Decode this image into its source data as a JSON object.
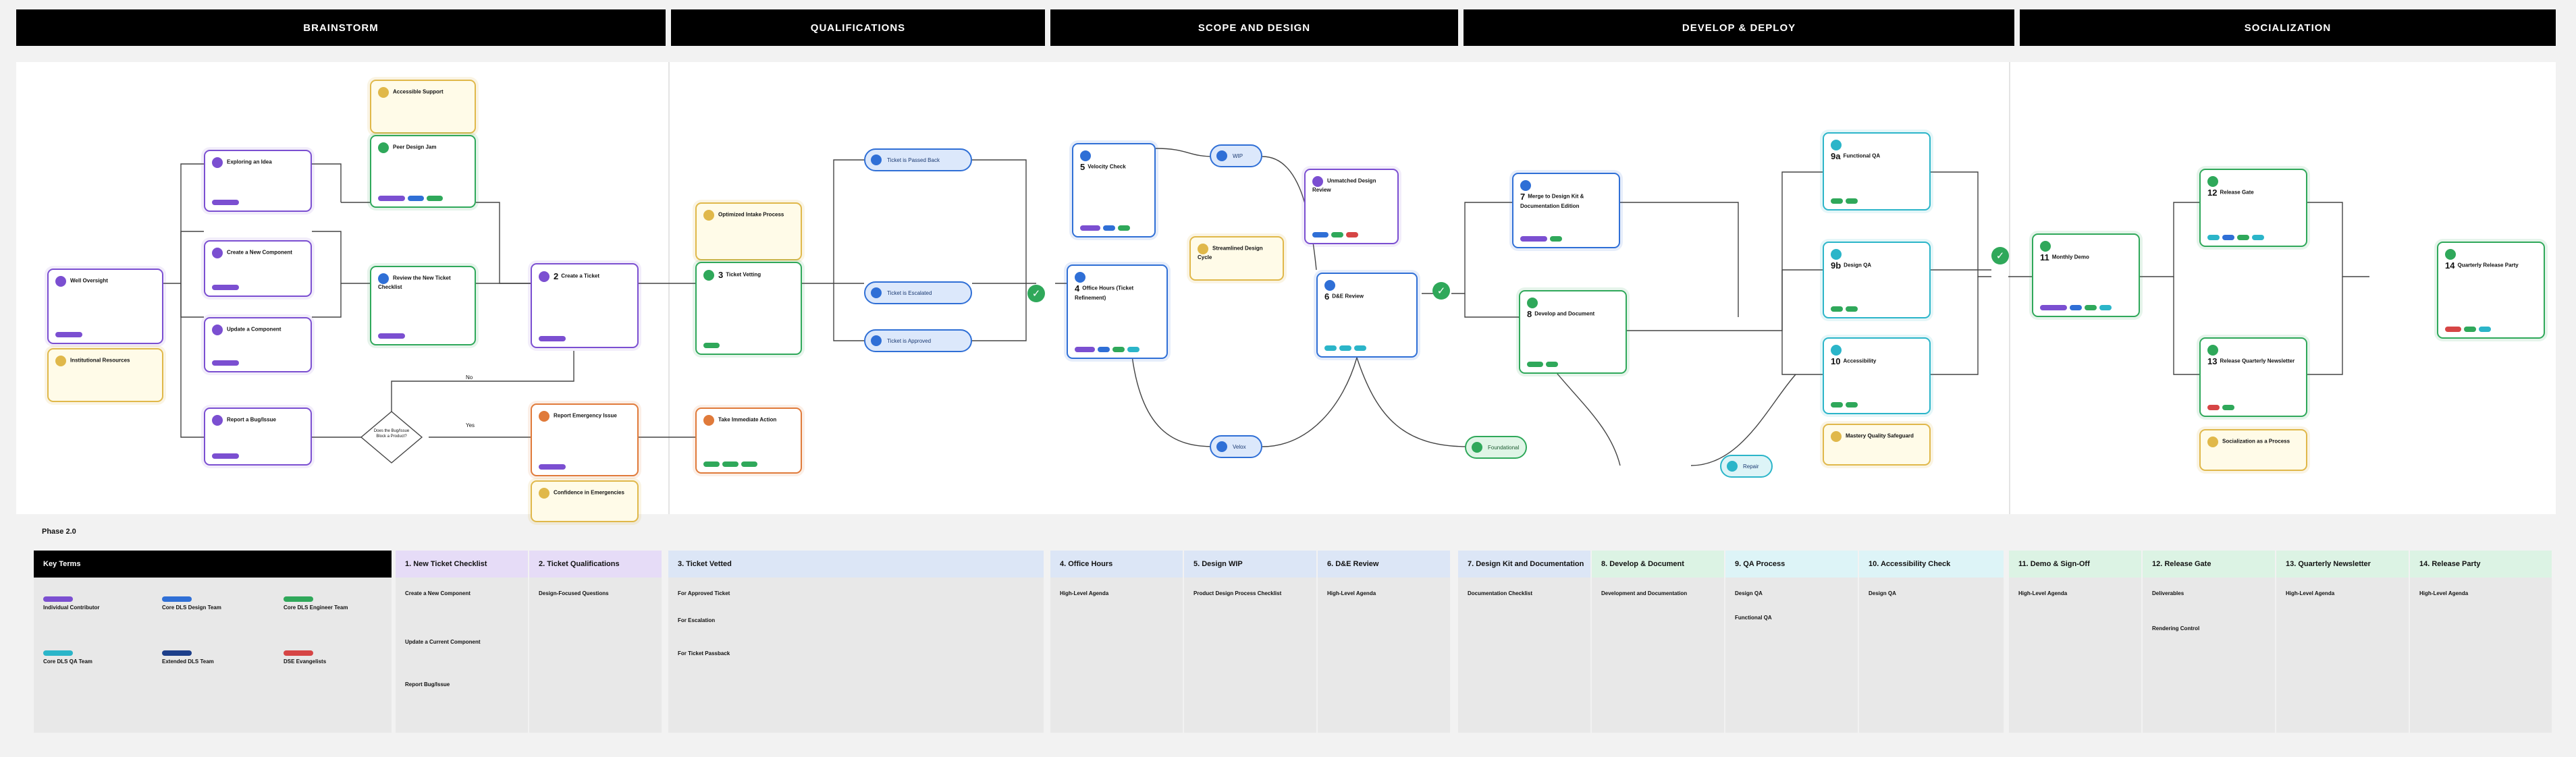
{
  "headers": [
    "BRAINSTORM",
    "QUALIFICATIONS",
    "SCOPE AND DESIGN",
    "DEVELOP & DEPLOY",
    "SOCIALIZATION"
  ],
  "cards": {
    "well_oversight": {
      "num": "",
      "title": "Well Oversight"
    },
    "institutional_resources": {
      "num": "",
      "title": "Institutional Resources"
    },
    "exploring_idea": {
      "num": "",
      "title": "Exploring an Idea"
    },
    "create_component": {
      "num": "",
      "title": "Create a New Component"
    },
    "update_component": {
      "num": "",
      "title": "Update a Component"
    },
    "report_bug": {
      "num": "",
      "title": "Report a Bug/Issue"
    },
    "accessible_support": {
      "num": "",
      "title": "Accessible Support"
    },
    "peer_design_jam": {
      "num": "",
      "title": "Peer Design Jam"
    },
    "review_ticket_checklist": {
      "num": "",
      "title": "Review the New Ticket Checklist"
    },
    "create_ticket": {
      "num": "2",
      "title": "Create a Ticket"
    },
    "report_emergency": {
      "num": "",
      "title": "Report Emergency Issue"
    },
    "confidence": {
      "num": "",
      "title": "Confidence in Emergencies"
    },
    "optimized_intake": {
      "num": "",
      "title": "Optimized Intake Process"
    },
    "ticket_vetting": {
      "num": "3",
      "title": "Ticket Vetting"
    },
    "take_action": {
      "num": "",
      "title": "Take Immediate Action"
    },
    "velocity_check": {
      "num": "5",
      "title": "Velocity Check"
    },
    "office_hours": {
      "num": "4",
      "title": "Office Hours (Ticket Refinement)"
    },
    "streamlined_cycle": {
      "num": "",
      "title": "Streamlined Design Cycle"
    },
    "unmatched_review": {
      "num": "",
      "title": "Unmatched Design Review"
    },
    "dse_review": {
      "num": "6",
      "title": "D&E Review"
    },
    "merge_design_kit": {
      "num": "7",
      "title": "Merge to Design Kit & Documentation Edition"
    },
    "develop_document": {
      "num": "8",
      "title": "Develop and Document"
    },
    "functional_qa": {
      "num": "9a",
      "title": "Functional QA"
    },
    "design_qa": {
      "num": "9b",
      "title": "Design QA"
    },
    "accessibility": {
      "num": "10",
      "title": "Accessibility"
    },
    "mastery_quality": {
      "num": "",
      "title": "Mastery Quality Safeguard"
    },
    "monthly_demo": {
      "num": "11",
      "title": "Monthly Demo"
    },
    "release_gate": {
      "num": "12",
      "title": "Release Gate"
    },
    "release_newsletter": {
      "num": "13",
      "title": "Release Quarterly Newsletter"
    },
    "socialization_process": {
      "num": "",
      "title": "Socialization as a Process"
    },
    "quarterly_party": {
      "num": "14",
      "title": "Quarterly Release Party"
    }
  },
  "pills": {
    "passed_back": "Ticket is Passed Back",
    "escalated": "Ticket is Escalated",
    "approved": "Ticket is Approved",
    "wip": "WIP",
    "gate_low": "Velox",
    "found": "Foundational",
    "repair": "Repair"
  },
  "decision": "Does the Bug/Issue Block a Product?",
  "edge_labels": {
    "no": "No",
    "yes": "Yes"
  },
  "phase_label": "Phase 2.0",
  "bands": [
    {
      "title": "Key Terms",
      "body": []
    },
    {
      "title": "1. New Ticket Checklist",
      "body": [
        "Create a New Component",
        "Update a Current Component",
        "Report Bug/Issue"
      ]
    },
    {
      "title": "2. Ticket Qualifications",
      "body": [
        "Design-Focused Questions"
      ]
    },
    {
      "title": "3. Ticket Vetted",
      "body": [
        "For Approved Ticket",
        "For Escalation",
        "For Ticket Passback"
      ]
    },
    {
      "title": "4. Office Hours",
      "body": [
        "High-Level Agenda"
      ]
    },
    {
      "title": "5. Design WIP",
      "body": [
        "Product Design Process Checklist"
      ]
    },
    {
      "title": "6. D&E Review",
      "body": [
        "High-Level Agenda"
      ]
    },
    {
      "title": "7. Design Kit and Documentation",
      "body": [
        "Documentation Checklist"
      ]
    },
    {
      "title": "8. Develop & Document",
      "body": [
        "Development and Documentation"
      ]
    },
    {
      "title": "9. QA Process",
      "body": [
        "Design QA",
        "Functional QA"
      ]
    },
    {
      "title": "10. Accessibility Check",
      "body": [
        "Design QA"
      ]
    },
    {
      "title": "11. Demo & Sign-Off",
      "body": [
        "High-Level Agenda"
      ]
    },
    {
      "title": "12. Release Gate",
      "body": [
        "Deliverables",
        "Rendering Control"
      ]
    },
    {
      "title": "13. Quarterly Newsletter",
      "body": [
        "High-Level Agenda"
      ]
    },
    {
      "title": "14. Release Party",
      "body": [
        "High-Level Agenda"
      ]
    }
  ],
  "key_terms": [
    {
      "name": "Individual Contributor",
      "tag_color": "#7b4fd1"
    },
    {
      "name": "Core DLS Design Team",
      "tag_color": "#2f6fd6"
    },
    {
      "name": "Core DLS Engineer Team",
      "tag_color": "#2fa85a"
    },
    {
      "name": "Core DLS QA Team",
      "tag_color": "#2bb5c9"
    },
    {
      "name": "Extended DLS Team",
      "tag_color": "#1d3f8a"
    },
    {
      "name": "DSE Evangelists",
      "tag_color": "#d64545"
    }
  ],
  "colors": {
    "purple": "#7b4fd1",
    "blue": "#2f6fd6",
    "green": "#2fa85a",
    "teal": "#2bb5c9",
    "yellow": "#e0b84a",
    "orange": "#e07a3a",
    "header": "#000000",
    "band_key": "#000000",
    "band_lilac": "#e6dcf7",
    "band_blue": "#dce6f6",
    "band_green": "#dcf3e4"
  }
}
